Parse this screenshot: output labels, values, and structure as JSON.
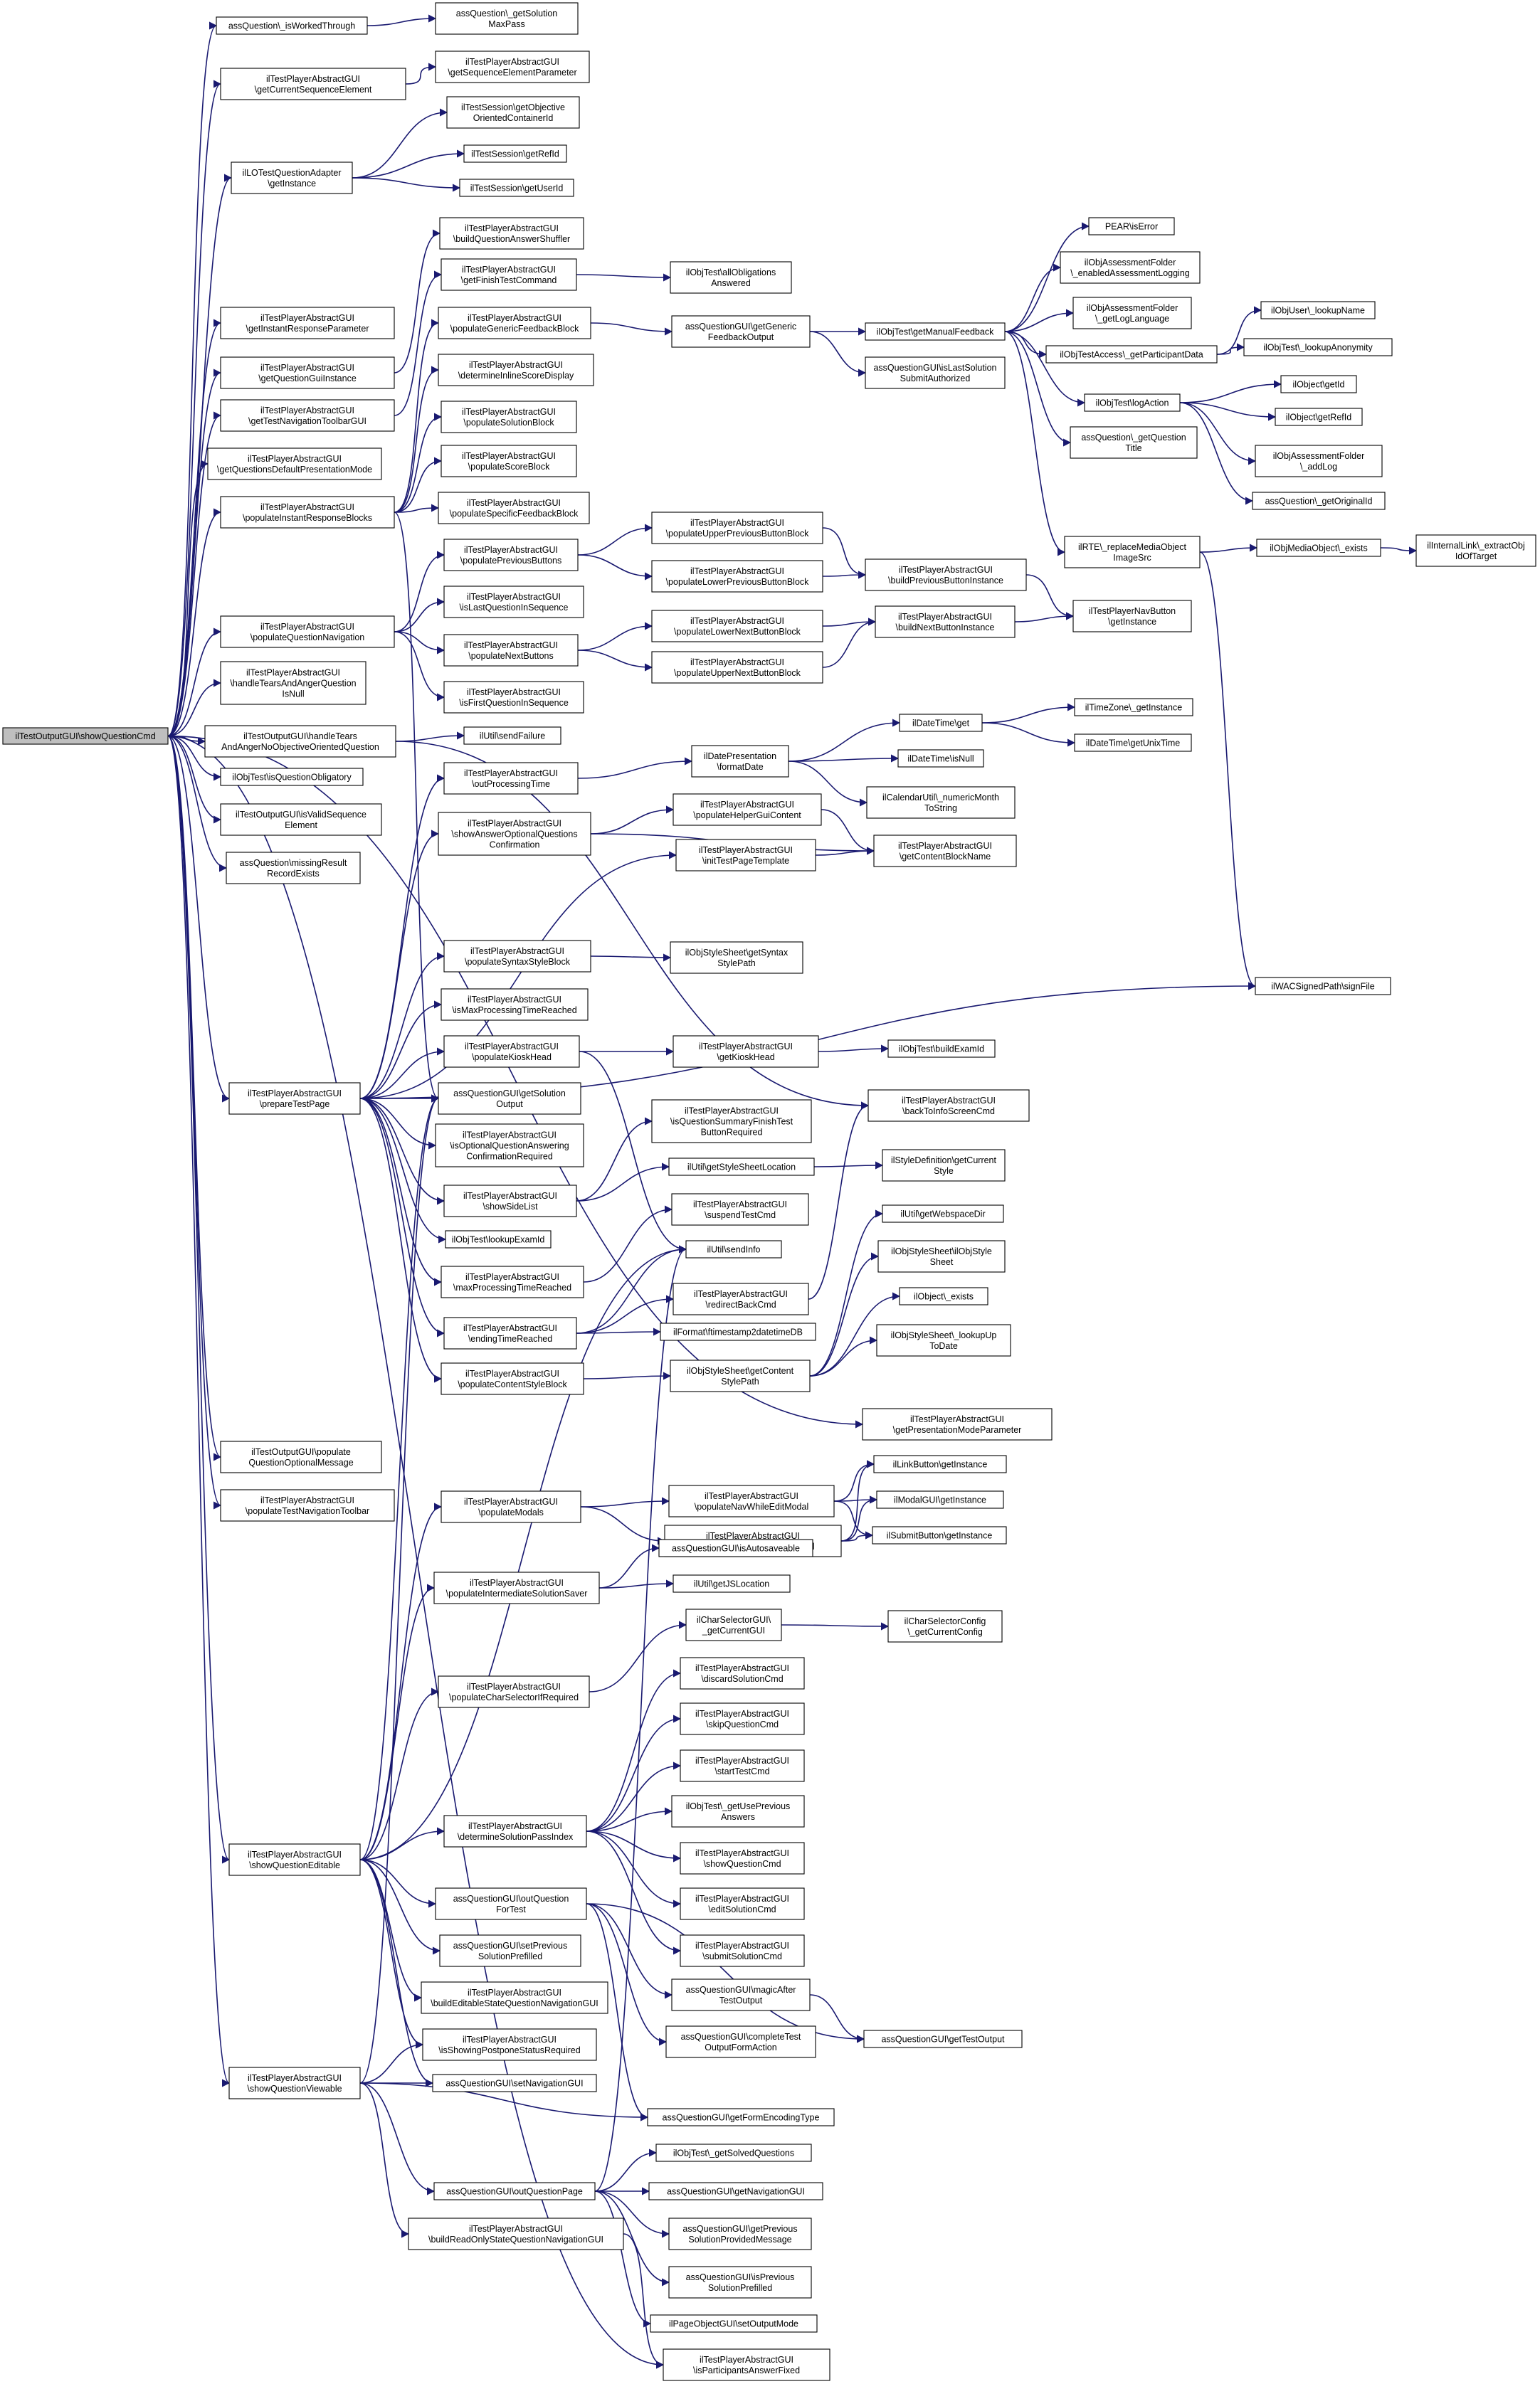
{
  "graph": {
    "edge_color": "#191970",
    "root_fill": "#bfbfbf",
    "nodes": {
      "root": [
        "ilTestOutputGUI\\showQuestionCmd"
      ],
      "a1": [
        "assQuestion\\_isWorkedThrough"
      ],
      "a2": [
        "ilTestPlayerAbstractGUI",
        "\\getCurrentSequenceElement"
      ],
      "a3": [
        "ilLOTestQuestionAdapter",
        "\\getInstance"
      ],
      "a4": [
        "ilTestPlayerAbstractGUI",
        "\\getInstantResponseParameter"
      ],
      "a5": [
        "ilTestPlayerAbstractGUI",
        "\\getQuestionGuiInstance"
      ],
      "a6": [
        "ilTestPlayerAbstractGUI",
        "\\getTestNavigationToolbarGUI"
      ],
      "a7": [
        "ilTestPlayerAbstractGUI",
        "\\getQuestionsDefaultPresentationMode"
      ],
      "a8": [
        "ilTestPlayerAbstractGUI",
        "\\populateInstantResponseBlocks"
      ],
      "a9": [
        "ilTestPlayerAbstractGUI",
        "\\populateQuestionNavigation"
      ],
      "a10": [
        "ilTestPlayerAbstractGUI",
        "\\handleTearsAndAngerQuestion",
        "IsNull"
      ],
      "a11": [
        "ilTestOutputGUI\\handleTears",
        "AndAngerNoObjectiveOrientedQuestion"
      ],
      "a12": [
        "ilObjTest\\isQuestionObligatory"
      ],
      "a13": [
        "ilTestOutputGUI\\isValidSequence",
        "Element"
      ],
      "a14": [
        "assQuestion\\missingResult",
        "RecordExists"
      ],
      "a15": [
        "ilTestPlayerAbstractGUI",
        "\\prepareTestPage"
      ],
      "a16": [
        "ilTestOutputGUI\\populate",
        "QuestionOptionalMessage"
      ],
      "a17": [
        "ilTestPlayerAbstractGUI",
        "\\populateTestNavigationToolbar"
      ],
      "a18": [
        "ilTestPlayerAbstractGUI",
        "\\showQuestionEditable"
      ],
      "a19": [
        "ilTestPlayerAbstractGUI",
        "\\showQuestionViewable"
      ],
      "b1": [
        "assQuestion\\_getSolution",
        "MaxPass"
      ],
      "b2": [
        "ilTestPlayerAbstractGUI",
        "\\getSequenceElementParameter"
      ],
      "b3": [
        "ilTestSession\\getObjective",
        "OrientedContainerId"
      ],
      "b4": [
        "ilTestSession\\getRefId"
      ],
      "b5": [
        "ilTestSession\\getUserId"
      ],
      "b6": [
        "ilTestPlayerAbstractGUI",
        "\\buildQuestionAnswerShuffler"
      ],
      "b7": [
        "ilTestPlayerAbstractGUI",
        "\\getFinishTestCommand"
      ],
      "b8": [
        "ilTestPlayerAbstractGUI",
        "\\populateGenericFeedbackBlock"
      ],
      "b9": [
        "ilTestPlayerAbstractGUI",
        "\\determineInlineScoreDisplay"
      ],
      "b10": [
        "ilTestPlayerAbstractGUI",
        "\\populateSolutionBlock"
      ],
      "b11": [
        "ilTestPlayerAbstractGUI",
        "\\populateScoreBlock"
      ],
      "b12": [
        "ilTestPlayerAbstractGUI",
        "\\populateSpecificFeedbackBlock"
      ],
      "b13": [
        "ilTestPlayerAbstractGUI",
        "\\populatePreviousButtons"
      ],
      "b14": [
        "ilTestPlayerAbstractGUI",
        "\\isLastQuestionInSequence"
      ],
      "b15": [
        "ilTestPlayerAbstractGUI",
        "\\populateNextButtons"
      ],
      "b16": [
        "ilTestPlayerAbstractGUI",
        "\\isFirstQuestionInSequence"
      ],
      "b17": [
        "ilUtil\\sendFailure"
      ],
      "b18": [
        "ilTestPlayerAbstractGUI",
        "\\outProcessingTime"
      ],
      "b19": [
        "ilTestPlayerAbstractGUI",
        "\\showAnswerOptionalQuestions",
        "Confirmation"
      ],
      "b20": [
        "ilTestPlayerAbstractGUI",
        "\\populateSyntaxStyleBlock"
      ],
      "b21": [
        "ilTestPlayerAbstractGUI",
        "\\isMaxProcessingTimeReached"
      ],
      "b22": [
        "ilTestPlayerAbstractGUI",
        "\\populateKioskHead"
      ],
      "b23": [
        "assQuestionGUI\\getSolution",
        "Output"
      ],
      "b24": [
        "ilTestPlayerAbstractGUI",
        "\\isOptionalQuestionAnswering",
        "ConfirmationRequired"
      ],
      "b25": [
        "ilTestPlayerAbstractGUI",
        "\\showSideList"
      ],
      "b26": [
        "ilObjTest\\lookupExamId"
      ],
      "b27": [
        "ilTestPlayerAbstractGUI",
        "\\maxProcessingTimeReached"
      ],
      "b28": [
        "ilTestPlayerAbstractGUI",
        "\\endingTimeReached"
      ],
      "b29": [
        "ilTestPlayerAbstractGUI",
        "\\populateContentStyleBlock"
      ],
      "b30": [
        "ilTestPlayerAbstractGUI",
        "\\populateModals"
      ],
      "b31": [
        "ilTestPlayerAbstractGUI",
        "\\populateIntermediateSolutionSaver"
      ],
      "b32": [
        "ilTestPlayerAbstractGUI",
        "\\populateCharSelectorIfRequired"
      ],
      "b33": [
        "ilTestPlayerAbstractGUI",
        "\\determineSolutionPassIndex"
      ],
      "b34": [
        "assQuestionGUI\\outQuestion",
        "ForTest"
      ],
      "b35": [
        "assQuestionGUI\\setPrevious",
        "SolutionPrefilled"
      ],
      "b36": [
        "ilTestPlayerAbstractGUI",
        "\\buildEditableStateQuestionNavigationGUI"
      ],
      "b37": [
        "ilTestPlayerAbstractGUI",
        "\\isShowingPostponeStatusRequired"
      ],
      "b38": [
        "assQuestionGUI\\setNavigationGUI"
      ],
      "b39": [
        "assQuestionGUI\\outQuestionPage"
      ],
      "b40": [
        "ilTestPlayerAbstractGUI",
        "\\buildReadOnlyStateQuestionNavigationGUI"
      ],
      "c1": [
        "ilObjTest\\allObligations",
        "Answered"
      ],
      "c2": [
        "assQuestionGUI\\getGeneric",
        "FeedbackOutput"
      ],
      "c3": [
        "ilTestPlayerAbstractGUI",
        "\\populateUpperPreviousButtonBlock"
      ],
      "c4": [
        "ilTestPlayerAbstractGUI",
        "\\populateLowerPreviousButtonBlock"
      ],
      "c5": [
        "ilTestPlayerAbstractGUI",
        "\\populateLowerNextButtonBlock"
      ],
      "c6": [
        "ilTestPlayerAbstractGUI",
        "\\populateUpperNextButtonBlock"
      ],
      "c7": [
        "ilDatePresentation",
        "\\formatDate"
      ],
      "c8": [
        "ilTestPlayerAbstractGUI",
        "\\populateHelperGuiContent"
      ],
      "c9": [
        "ilTestPlayerAbstractGUI",
        "\\initTestPageTemplate"
      ],
      "c10": [
        "ilObjStyleSheet\\getSyntax",
        "StylePath"
      ],
      "c11": [
        "ilTestPlayerAbstractGUI",
        "\\getKioskHead"
      ],
      "c12": [
        "ilTestPlayerAbstractGUI",
        "\\isQuestionSummaryFinishTest",
        "ButtonRequired"
      ],
      "c13": [
        "ilUtil\\getStyleSheetLocation"
      ],
      "c14": [
        "ilTestPlayerAbstractGUI",
        "\\suspendTestCmd"
      ],
      "c15": [
        "ilUtil\\sendInfo"
      ],
      "c16": [
        "ilTestPlayerAbstractGUI",
        "\\redirectBackCmd"
      ],
      "c17": [
        "ilFormat\\ftimestamp2datetimeDB"
      ],
      "c18": [
        "ilObjStyleSheet\\getContent",
        "StylePath"
      ],
      "c19": [
        "ilTestPlayerAbstractGUI",
        "\\populateNavWhileEditModal"
      ],
      "c20": [
        "ilTestPlayerAbstractGUI",
        "\\populateDiscardSolutionModal"
      ],
      "c21": [
        "assQuestionGUI\\isAutosaveable"
      ],
      "c22": [
        "ilUtil\\getJSLocation"
      ],
      "c23": [
        "ilCharSelectorGUI\\",
        "_getCurrentGUI"
      ],
      "c24": [
        "ilTestPlayerAbstractGUI",
        "\\discardSolutionCmd"
      ],
      "c25": [
        "ilTestPlayerAbstractGUI",
        "\\skipQuestionCmd"
      ],
      "c26": [
        "ilTestPlayerAbstractGUI",
        "\\startTestCmd"
      ],
      "c27": [
        "ilObjTest\\_getUsePrevious",
        "Answers"
      ],
      "c28": [
        "ilTestPlayerAbstractGUI",
        "\\showQuestionCmd"
      ],
      "c29": [
        "ilTestPlayerAbstractGUI",
        "\\editSolutionCmd"
      ],
      "c30": [
        "ilTestPlayerAbstractGUI",
        "\\submitSolutionCmd"
      ],
      "c31": [
        "assQuestionGUI\\magicAfter",
        "TestOutput"
      ],
      "c32": [
        "assQuestionGUI\\completeTest",
        "OutputFormAction"
      ],
      "c33": [
        "assQuestionGUI\\getFormEncodingType"
      ],
      "c34": [
        "ilObjTest\\_getSolvedQuestions"
      ],
      "c35": [
        "assQuestionGUI\\getNavigationGUI"
      ],
      "c36": [
        "assQuestionGUI\\getPrevious",
        "SolutionProvidedMessage"
      ],
      "c37": [
        "assQuestionGUI\\isPrevious",
        "SolutionPrefilled"
      ],
      "c38": [
        "ilPageObjectGUI\\setOutputMode"
      ],
      "c39": [
        "ilTestPlayerAbstractGUI",
        "\\isParticipantsAnswerFixed"
      ],
      "d1": [
        "ilObjTest\\getManualFeedback"
      ],
      "d2": [
        "assQuestionGUI\\isLastSolution",
        "SubmitAuthorized"
      ],
      "d3": [
        "ilTestPlayerAbstractGUI",
        "\\buildPreviousButtonInstance"
      ],
      "d4": [
        "ilTestPlayerAbstractGUI",
        "\\buildNextButtonInstance"
      ],
      "d5": [
        "ilDateTime\\get"
      ],
      "d6": [
        "ilDateTime\\isNull"
      ],
      "d7": [
        "ilCalendarUtil\\_numericMonth",
        "ToString"
      ],
      "d8": [
        "ilTestPlayerAbstractGUI",
        "\\getContentBlockName"
      ],
      "d9": [
        "ilObjTest\\buildExamId"
      ],
      "d10": [
        "ilTestPlayerAbstractGUI",
        "\\backToInfoScreenCmd"
      ],
      "d11": [
        "ilStyleDefinition\\getCurrent",
        "Style"
      ],
      "d12": [
        "ilUtil\\getWebspaceDir"
      ],
      "d13": [
        "ilObjStyleSheet\\ilObjStyle",
        "Sheet"
      ],
      "d14": [
        "ilObject\\_exists"
      ],
      "d15": [
        "ilObjStyleSheet\\_lookupUp",
        "ToDate"
      ],
      "d16": [
        "ilTestPlayerAbstractGUI",
        "\\getPresentationModeParameter"
      ],
      "d17": [
        "ilLinkButton\\getInstance"
      ],
      "d18": [
        "ilModalGUI\\getInstance"
      ],
      "d19": [
        "ilSubmitButton\\getInstance"
      ],
      "d20": [
        "ilCharSelectorConfig",
        "\\_getCurrentConfig"
      ],
      "d21": [
        "assQuestionGUI\\getTestOutput"
      ],
      "e1": [
        "PEAR\\isError"
      ],
      "e2": [
        "ilObjAssessmentFolder",
        "\\_enabledAssessmentLogging"
      ],
      "e3": [
        "ilObjAssessmentFolder",
        "\\_getLogLanguage"
      ],
      "e4": [
        "ilObjTestAccess\\_getParticipantData"
      ],
      "e5": [
        "ilObjTest\\logAction"
      ],
      "e6": [
        "assQuestion\\_getQuestion",
        "Title"
      ],
      "e7": [
        "ilRTE\\_replaceMediaObject",
        "ImageSrc"
      ],
      "e8": [
        "ilTestPlayerNavButton",
        "\\getInstance"
      ],
      "e9": [
        "ilTimeZone\\_getInstance"
      ],
      "e10": [
        "ilDateTime\\getUnixTime"
      ],
      "e11": [
        "ilWACSignedPath\\signFile"
      ],
      "f1": [
        "ilObjUser\\_lookupName"
      ],
      "f2": [
        "ilObjTest\\_lookupAnonymity"
      ],
      "f3": [
        "ilObject\\getId"
      ],
      "f4": [
        "ilObject\\getRefId"
      ],
      "f5": [
        "ilObjAssessmentFolder",
        "\\_addLog"
      ],
      "f6": [
        "assQuestion\\_getOriginalId"
      ],
      "f7": [
        "ilObjMediaObject\\_exists"
      ],
      "f8": [
        "ilInternalLink\\_extractObj",
        "IdOfTarget"
      ]
    }
  }
}
